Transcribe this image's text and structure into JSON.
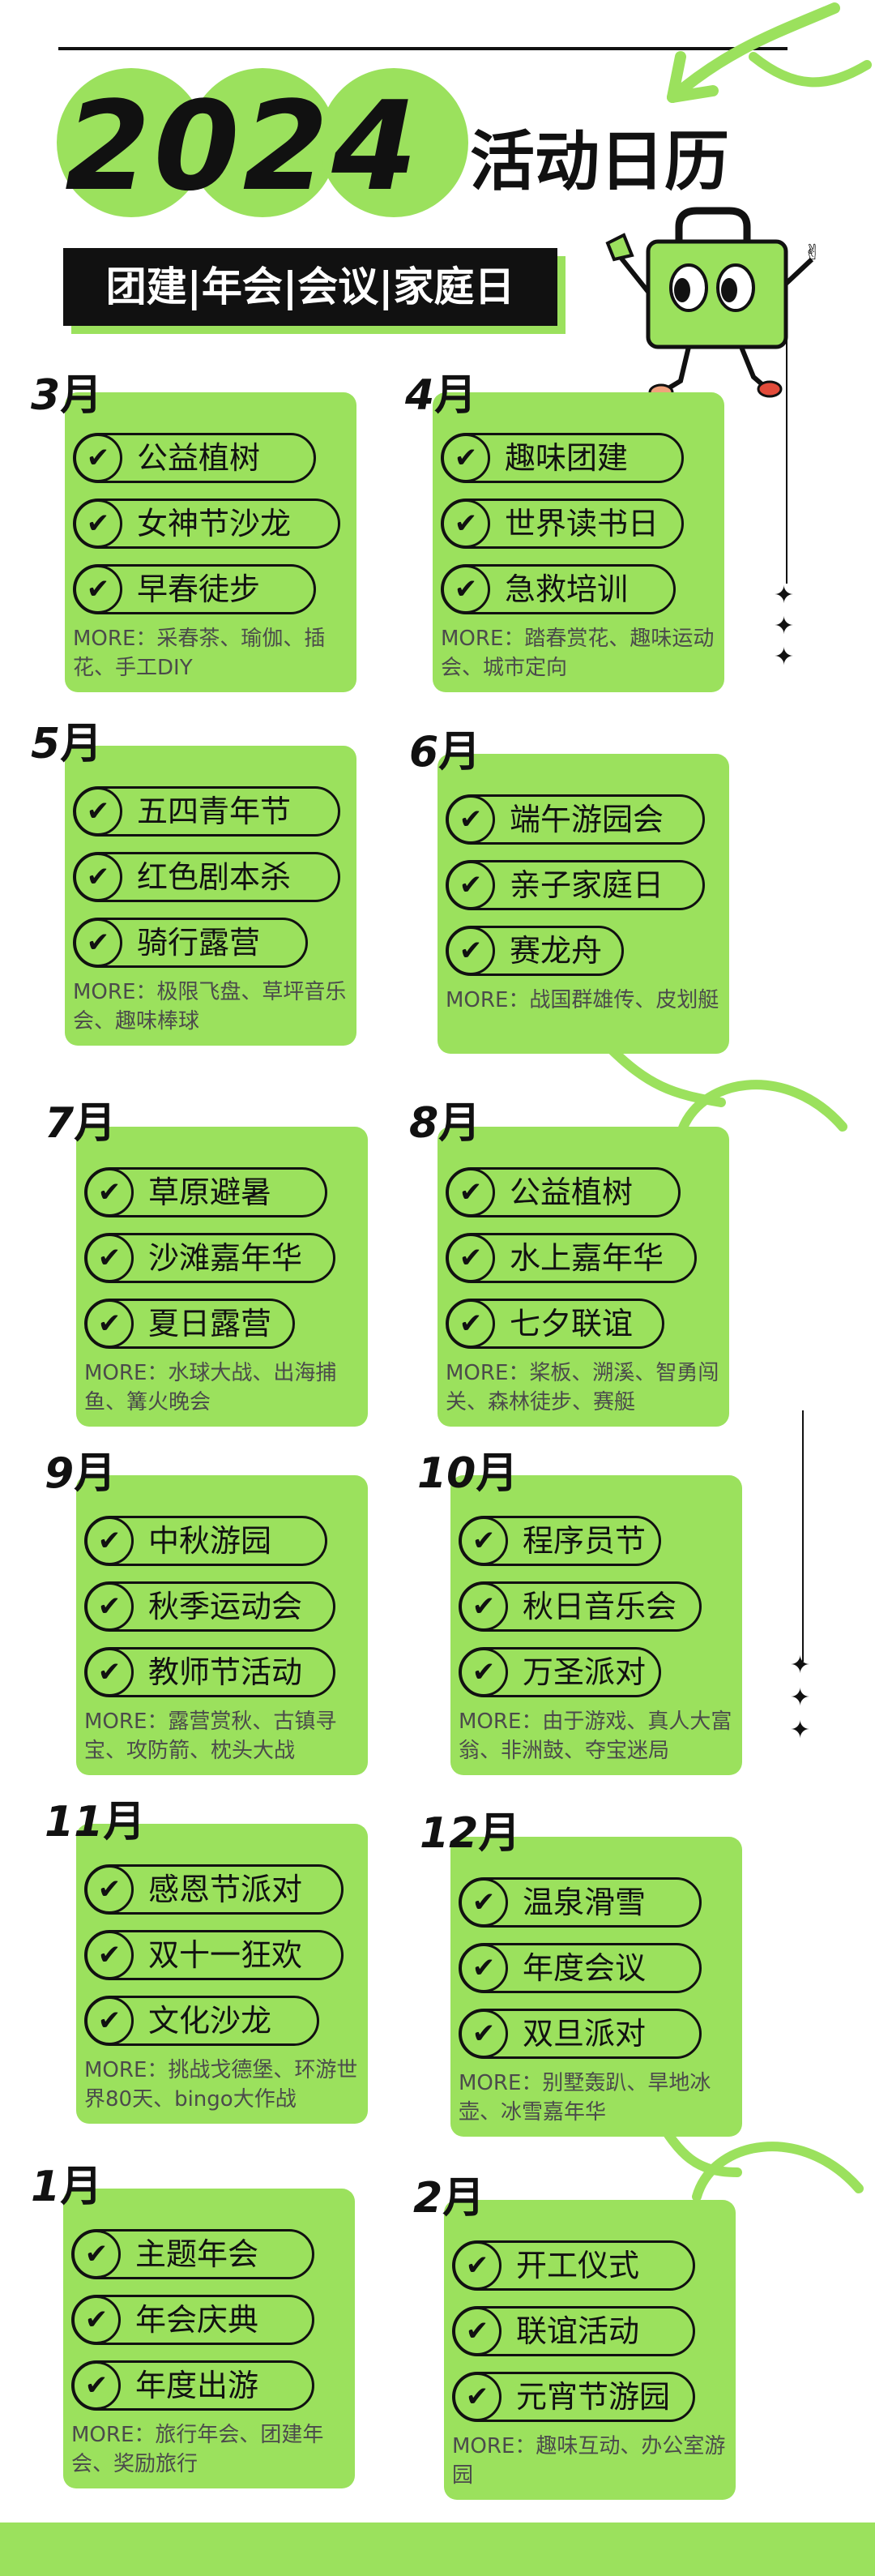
{
  "header": {
    "year": "2024",
    "title": "活动日历",
    "tags": "团建|年会|会议|家庭日"
  },
  "more_prefix": "MORE：",
  "months": [
    {
      "num": "3",
      "suffix": "月",
      "items": [
        "公益植树",
        "女神节沙龙",
        "早春徒步"
      ],
      "more": "采春茶、瑜伽、插花、手工DIY"
    },
    {
      "num": "4",
      "suffix": "月",
      "items": [
        "趣味团建",
        "世界读书日",
        "急救培训"
      ],
      "more": "踏春赏花、趣味运动会、城市定向"
    },
    {
      "num": "5",
      "suffix": "月",
      "items": [
        "五四青年节",
        "红色剧本杀",
        "骑行露营"
      ],
      "more": "极限飞盘、草坪音乐会、趣味棒球"
    },
    {
      "num": "6",
      "suffix": "月",
      "items": [
        "端午游园会",
        "亲子家庭日",
        "赛龙舟"
      ],
      "more": "战国群雄传、皮划艇"
    },
    {
      "num": "7",
      "suffix": "月",
      "items": [
        "草原避暑",
        "沙滩嘉年华",
        "夏日露营"
      ],
      "more": "水球大战、出海捕鱼、篝火晚会"
    },
    {
      "num": "8",
      "suffix": "月",
      "items": [
        "公益植树",
        "水上嘉年华",
        "七夕联谊"
      ],
      "more": "桨板、溯溪、智勇闯关、森林徒步、赛艇"
    },
    {
      "num": "9",
      "suffix": "月",
      "items": [
        "中秋游园",
        "秋季运动会",
        "教师节活动"
      ],
      "more": "露营赏秋、古镇寻宝、攻防箭、枕头大战"
    },
    {
      "num": "10",
      "suffix": "月",
      "items": [
        "程序员节",
        "秋日音乐会",
        "万圣派对"
      ],
      "more": "由于游戏、真人大富翁、非洲鼓、夺宝迷局"
    },
    {
      "num": "11",
      "suffix": "月",
      "items": [
        "感恩节派对",
        "双十一狂欢",
        "文化沙龙"
      ],
      "more": "挑战戈德堡、环游世界80天、bingo大作战"
    },
    {
      "num": "12",
      "suffix": "月",
      "items": [
        "温泉滑雪",
        "年度会议",
        "双旦派对"
      ],
      "more": "别墅轰趴、旱地冰壶、冰雪嘉年华"
    },
    {
      "num": "1",
      "suffix": "月",
      "items": [
        "主题年会",
        "年会庆典",
        "年度出游"
      ],
      "more": "旅行年会、团建年会、奖励旅行"
    },
    {
      "num": "2",
      "suffix": "月",
      "items": [
        "开工仪式",
        "联谊活动",
        "元宵节游园"
      ],
      "more": "趣味互动、办公室游园"
    }
  ],
  "icons": {
    "check": "check-icon",
    "sparkle": "sparkle-icon",
    "mascot": "lock-mascot-icon",
    "arrow": "curved-arrow-icon"
  },
  "colors": {
    "accent": "#9be15d",
    "ink": "#111111",
    "text_muted": "#4b4b4b"
  }
}
